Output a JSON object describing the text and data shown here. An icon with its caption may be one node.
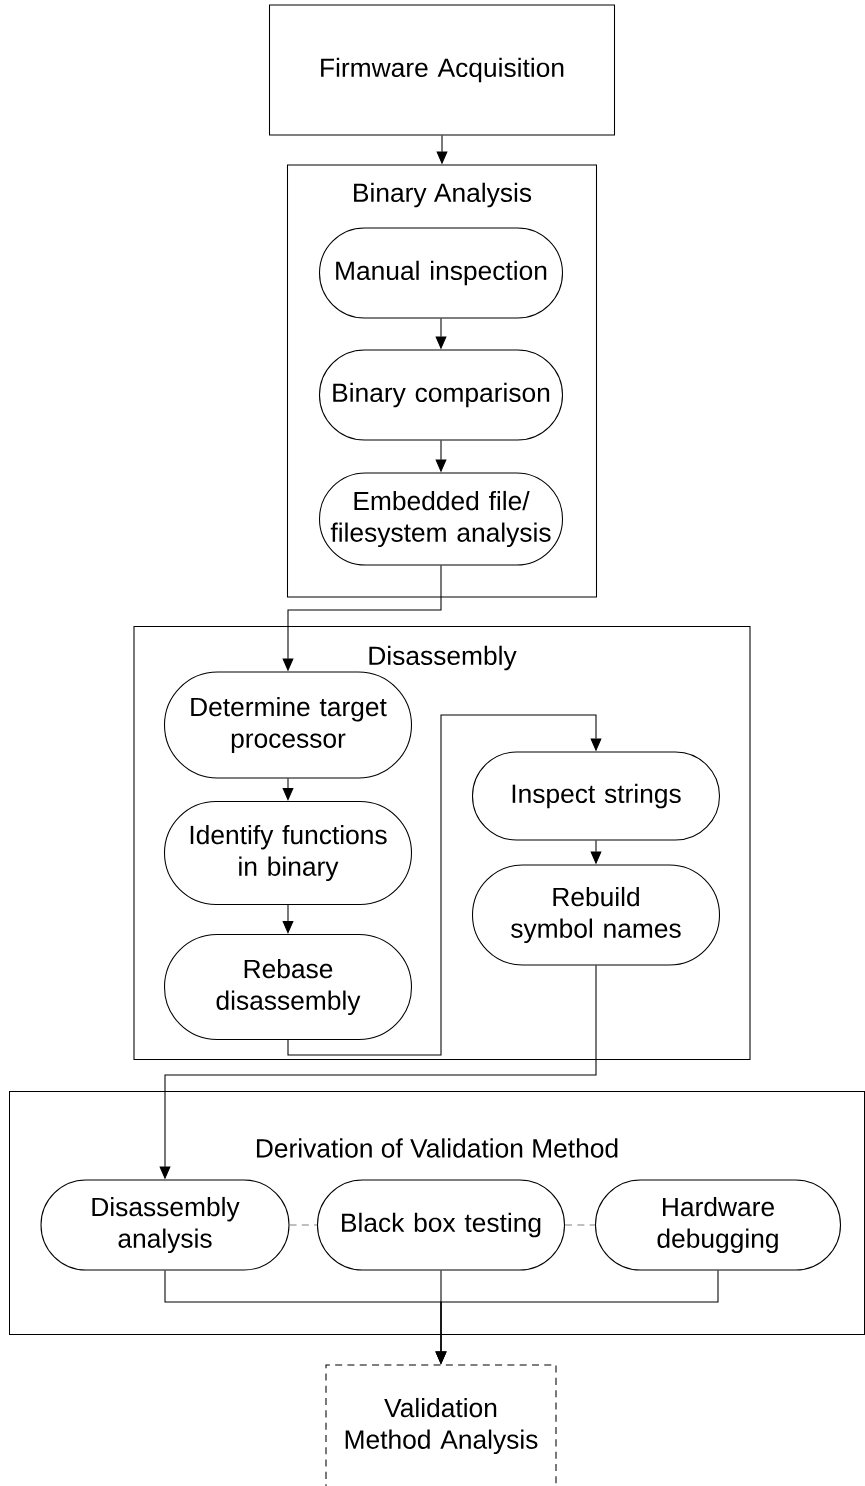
{
  "diagram": {
    "nodes": [
      {
        "text": [
          "Firmware Acquisition"
        ]
      },
      {
        "text": [
          "Binary Analysis"
        ]
      },
      {
        "text": [
          "Manual inspection"
        ],
        "in": 1
      },
      {
        "text": [
          "Binary comparison"
        ],
        "in": 1
      },
      {
        "text": [
          "Embedded file/ filesystem analysis"
        ],
        "in": 1
      },
      {
        "text": [
          "Disassembly"
        ]
      },
      {
        "text": [
          "Determine target processor"
        ],
        "in": 5
      },
      {
        "text": [
          "Identify functions in binary"
        ],
        "in": 5
      },
      {
        "text": [
          "Rebase disassembly"
        ],
        "in": 5
      },
      {
        "text": [
          "Inspect strings"
        ],
        "in": 5
      },
      {
        "text": [
          "Rebuild symbol names"
        ],
        "in": 5
      },
      {
        "text": [
          "Derivation of Validation Method"
        ]
      },
      {
        "text": [
          "Disassembly analysis"
        ],
        "in": 11
      },
      {
        "text": [
          "Black box testing"
        ],
        "in": 11
      },
      {
        "text": [
          "Hardware debugging"
        ],
        "in": 11
      },
      {
        "text": [
          "Validation Method Analysis"
        ]
      }
    ],
    "edges": [
      {
        "from": 0,
        "to": 1,
        "arrow": "to"
      },
      {
        "from": 2,
        "to": 3,
        "arrow": "to"
      },
      {
        "from": 3,
        "to": 4,
        "arrow": "to"
      },
      {
        "from": 4,
        "to": 6,
        "arrow": "to"
      },
      {
        "from": 6,
        "to": 7,
        "arrow": "to"
      },
      {
        "from": 7,
        "to": 8,
        "arrow": "to"
      },
      {
        "from": 8,
        "to": 9,
        "arrow": "to"
      },
      {
        "from": 9,
        "to": 10,
        "arrow": "to"
      },
      {
        "from": 10,
        "to": 12,
        "arrow": "to"
      },
      {
        "from": 12,
        "to": 13,
        "arrow": "none",
        "style": "dashed",
        "color": "#808080"
      },
      {
        "from": 13,
        "to": 14,
        "arrow": "none",
        "style": "dashed",
        "color": "#808080"
      },
      {
        "from": 12,
        "to": 15,
        "arrow": "to"
      },
      {
        "from": 13,
        "to": 15,
        "arrow": "to"
      },
      {
        "from": 14,
        "to": 15,
        "arrow": "to"
      }
    ]
  }
}
